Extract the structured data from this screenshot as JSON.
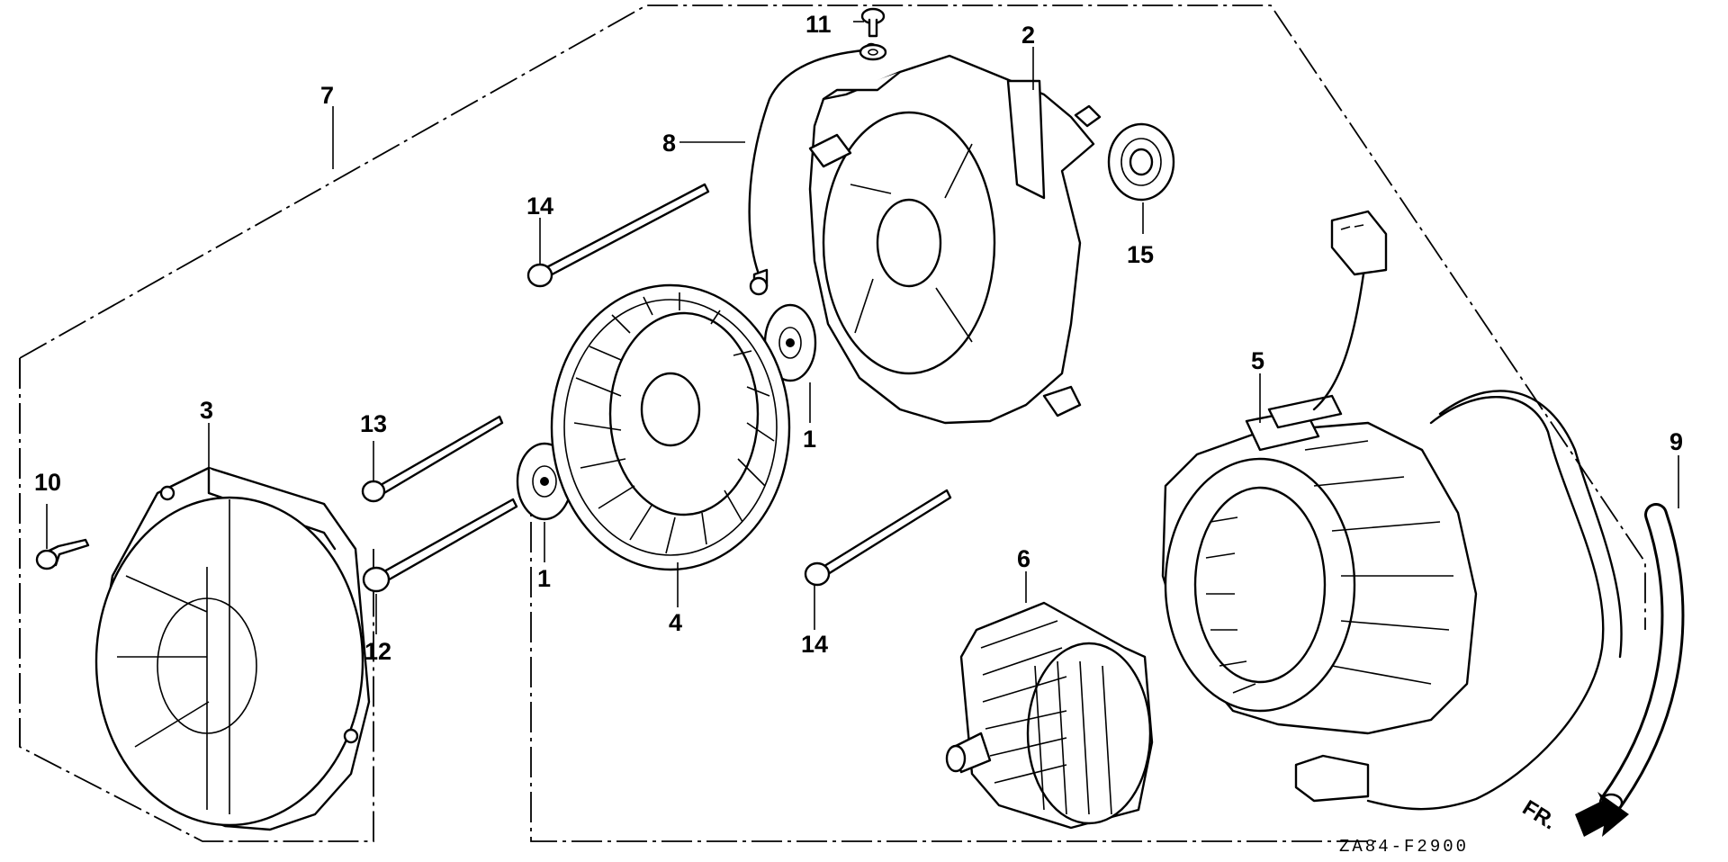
{
  "callouts": [
    "1",
    "1",
    "2",
    "3",
    "4",
    "5",
    "6",
    "7",
    "8",
    "9",
    "10",
    "11",
    "12",
    "13",
    "14",
    "14",
    "15"
  ],
  "diagram_code": "ZA84-F2900",
  "direction_label": "FR."
}
